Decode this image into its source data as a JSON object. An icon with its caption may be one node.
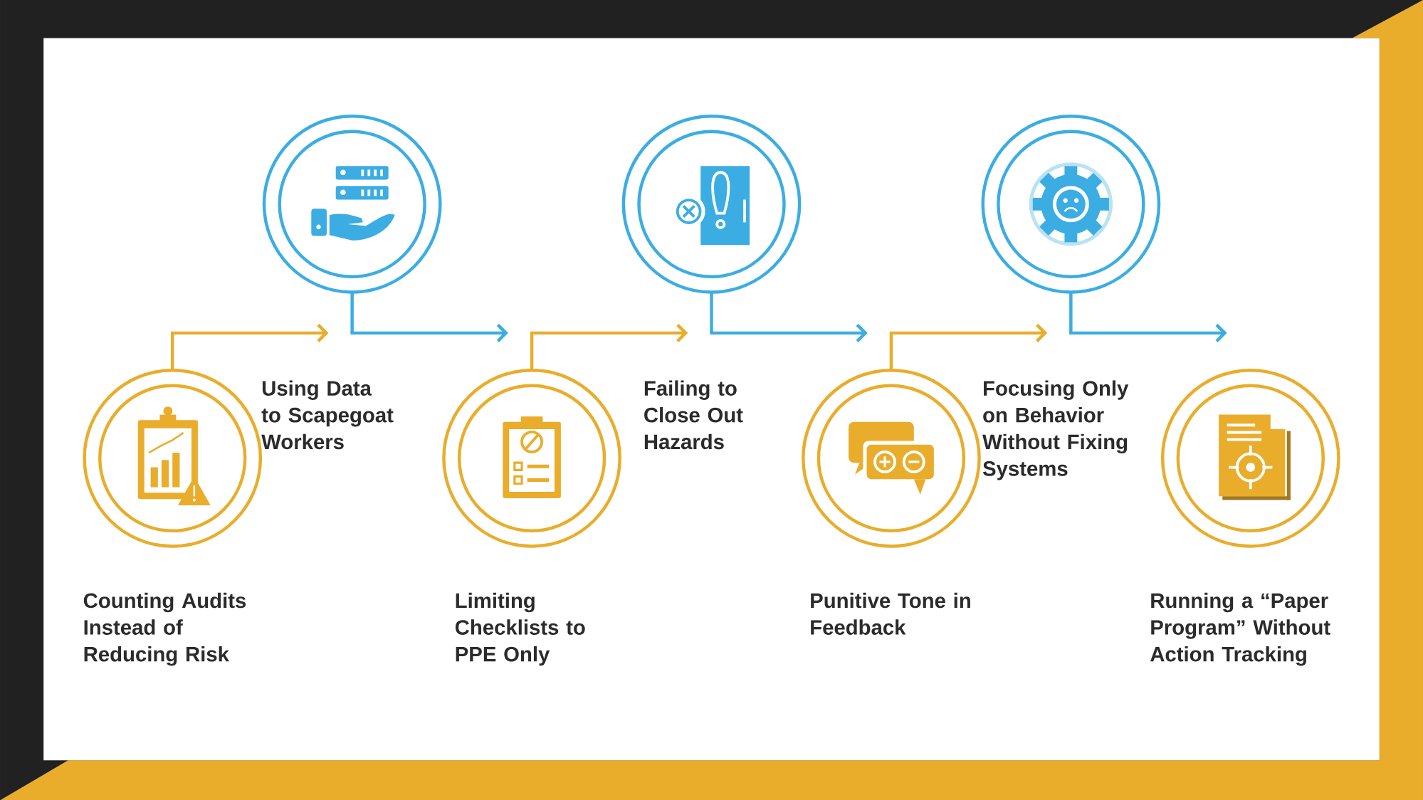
{
  "diagram": {
    "nodes": [
      {
        "text": [
          "Counting Audits Instead of Reducing Risk"
        ]
      },
      {
        "text": [
          "Using Data to Scapegoat Workers"
        ]
      },
      {
        "text": [
          "Limiting Checklists to PPE Only"
        ]
      },
      {
        "text": [
          "Failing to Close Out Hazards"
        ]
      },
      {
        "text": [
          "Punitive Tone in Feedback"
        ]
      },
      {
        "text": [
          "Focusing Only on Behavior Without Fixing Systems"
        ]
      },
      {
        "text": [
          "Running a “Paper Program” Without Action Tracking"
        ]
      }
    ],
    "edges": [
      {
        "from": 0,
        "to": 1,
        "arrow": "to",
        "color": "#e9ad2b"
      },
      {
        "from": 1,
        "to": 2,
        "arrow": "to",
        "color": "#3badE3"
      },
      {
        "from": 2,
        "to": 3,
        "arrow": "to",
        "color": "#e9ad2b"
      },
      {
        "from": 3,
        "to": 4,
        "arrow": "to",
        "color": "#3bade3"
      },
      {
        "from": 4,
        "to": 5,
        "arrow": "to",
        "color": "#e9ad2b"
      },
      {
        "from": 5,
        "to": 6,
        "arrow": "to",
        "color": "#3bade3"
      }
    ]
  }
}
